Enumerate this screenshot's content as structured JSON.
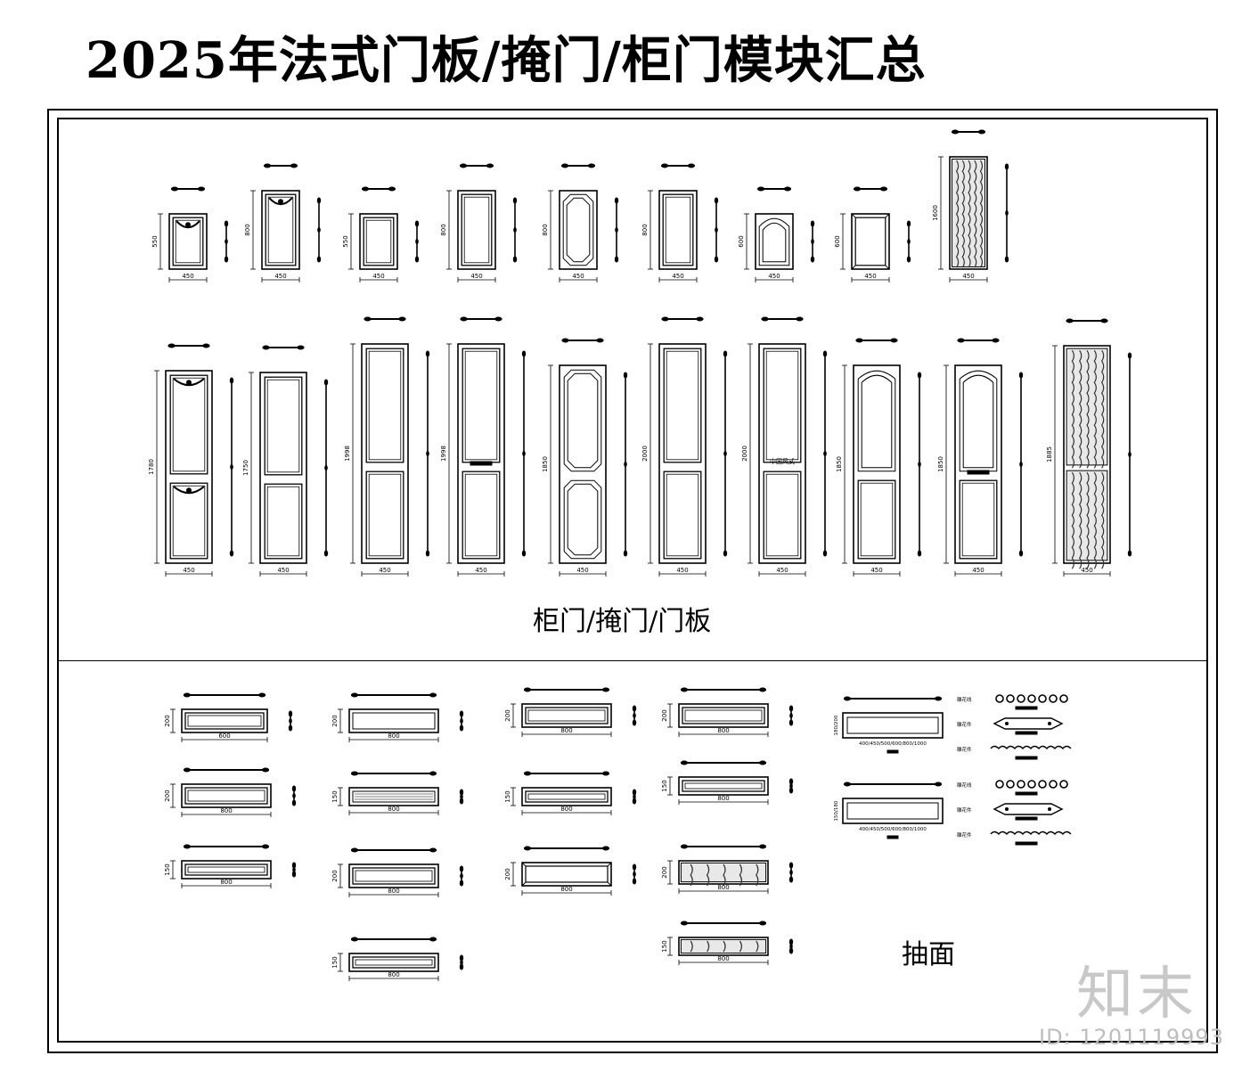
{
  "title": "2025年法式门板/掩门/柜门模块汇总",
  "sections": {
    "cabinet_label": "柜门/掩门/门板",
    "drawer_label": "抽面"
  },
  "cabinet_row1": [
    {
      "width": "450",
      "height": "550",
      "style": "carved"
    },
    {
      "width": "450",
      "height": "800",
      "style": "carved"
    },
    {
      "width": "450",
      "height": "550",
      "style": "raised"
    },
    {
      "width": "450",
      "height": "800",
      "style": "raised"
    },
    {
      "width": "450",
      "height": "800",
      "style": "cut"
    },
    {
      "width": "450",
      "height": "800",
      "style": "raised"
    },
    {
      "width": "450",
      "height": "600",
      "style": "arch"
    },
    {
      "width": "450",
      "height": "600",
      "style": "bevel"
    },
    {
      "width": "450",
      "height": "1600",
      "style": "glass"
    }
  ],
  "cabinet_row2": [
    {
      "width": "450",
      "height": "1780",
      "style": "carved-two"
    },
    {
      "width": "450",
      "height": "1750",
      "style": "two"
    },
    {
      "width": "450",
      "height": "1998",
      "style": "two"
    },
    {
      "width": "450",
      "height": "1998",
      "style": "two-handle"
    },
    {
      "width": "450",
      "height": "1850",
      "style": "cut-two"
    },
    {
      "width": "450",
      "height": "2000",
      "style": "two"
    },
    {
      "width": "450",
      "height": "2000",
      "style": "two-text",
      "inner_text": "中国风式"
    },
    {
      "width": "450",
      "height": "1850",
      "style": "arch-two"
    },
    {
      "width": "450",
      "height": "1850",
      "style": "arch-two-handle"
    },
    {
      "width": "450",
      "height": "1885",
      "style": "glass-two"
    }
  ],
  "drawers": [
    {
      "width": "600",
      "height": "200",
      "style": "raised"
    },
    {
      "width": "800",
      "height": "200",
      "style": "raised"
    },
    {
      "width": "800",
      "height": "150",
      "style": "raised"
    },
    {
      "width": "800",
      "height": "200",
      "style": "flat"
    },
    {
      "width": "800",
      "height": "150",
      "style": "lined"
    },
    {
      "width": "800",
      "height": "200",
      "style": "raised"
    },
    {
      "width": "800",
      "height": "150",
      "style": "raised"
    },
    {
      "width": "800",
      "height": "200",
      "style": "raised"
    },
    {
      "width": "800",
      "height": "150",
      "style": "raised"
    },
    {
      "width": "800",
      "height": "200",
      "style": "bevel"
    },
    {
      "width": "800",
      "height": "200",
      "style": "raised"
    },
    {
      "width": "800",
      "height": "150",
      "style": "raised"
    },
    {
      "width": "800",
      "height": "200",
      "style": "glass"
    },
    {
      "width": "800",
      "height": "150",
      "style": "glass"
    }
  ],
  "drawer_specs": [
    {
      "height": "180/200",
      "width": "400/450/500/600/800/1000"
    },
    {
      "height": "150/180",
      "width": "400/450/500/600/800/1000"
    }
  ],
  "ornaments": [
    "雕花线",
    "雕花件",
    "雕花件",
    "雕花线",
    "雕花件",
    "雕花件"
  ],
  "watermark": {
    "logo": "知末",
    "id": "ID: 1201119993"
  }
}
